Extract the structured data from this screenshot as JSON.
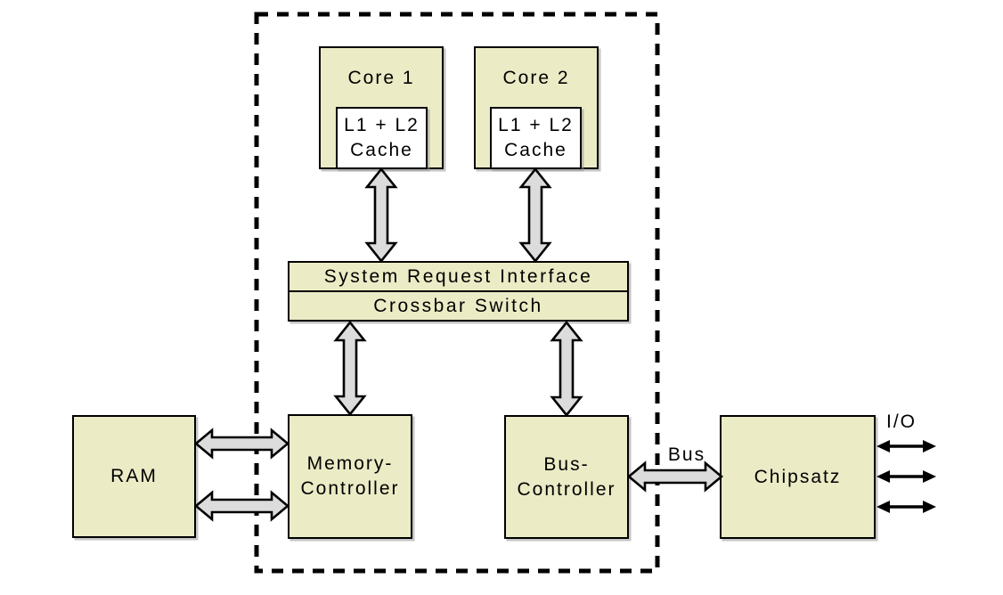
{
  "diagram": {
    "colors": {
      "background": "#ffffff",
      "box_fill": "#ebebc6",
      "cache_fill": "#ffffff",
      "arrow_fill": "#dcdcdc",
      "line": "#000000"
    },
    "nodes": {
      "core1": {
        "label": "Core 1"
      },
      "core2": {
        "label": "Core 2"
      },
      "cache1": {
        "lines": [
          "L1 + L2",
          "Cache"
        ]
      },
      "cache2": {
        "lines": [
          "L1 + L2",
          "Cache"
        ]
      },
      "sri": {
        "label": "System Request Interface"
      },
      "crossbar": {
        "label": "Crossbar Switch"
      },
      "memory_controller": {
        "lines": [
          "Memory-",
          "Controller"
        ]
      },
      "bus_controller": {
        "lines": [
          "Bus-",
          "Controller"
        ]
      },
      "ram": {
        "label": "RAM"
      },
      "chipsatz": {
        "label": "Chipsatz"
      }
    },
    "edge_labels": {
      "bus": "Bus",
      "io": "I/O"
    }
  }
}
